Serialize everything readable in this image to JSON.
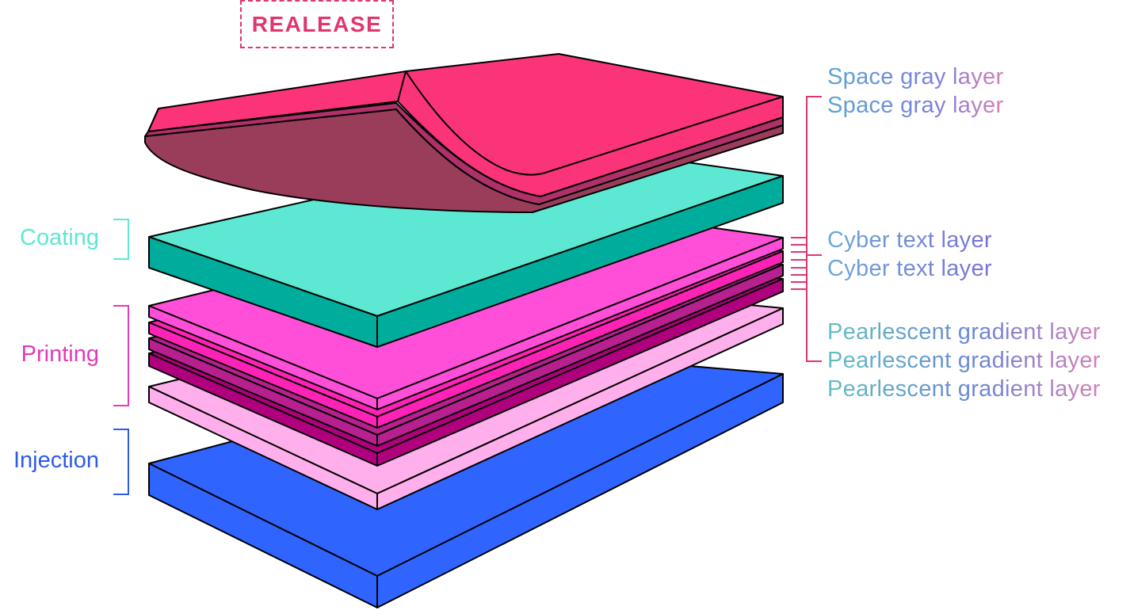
{
  "release": {
    "label": "REALEASE"
  },
  "left_groups": [
    {
      "label": "Coating",
      "color": "#5ce8d2"
    },
    {
      "label": "Printing",
      "color": "#e23bb8"
    },
    {
      "label": "Injection",
      "color": "#2f5bea"
    }
  ],
  "right_labels": [
    "Space gray layer",
    "Space gray layer",
    "Cyber text layer",
    "Cyber text layer",
    "Pearlescent gradient layer",
    "Pearlescent gradient layer",
    "Pearlescent gradient layer"
  ],
  "colors": {
    "release_pink": "#fb3479",
    "release_dark": "#9a3d5a",
    "release_mid": "#b0306a",
    "coating_top": "#5ce8d2",
    "coating_side": "#00ad9c",
    "print_magenta": "#ff4fd8",
    "print_pink": "#ff22b6",
    "print_purple": "#b8208f",
    "print_dark": "#b0007e",
    "print_light": "#ffb0ec",
    "injection_top": "#2f64ff",
    "bracket_red": "#e2356f"
  }
}
